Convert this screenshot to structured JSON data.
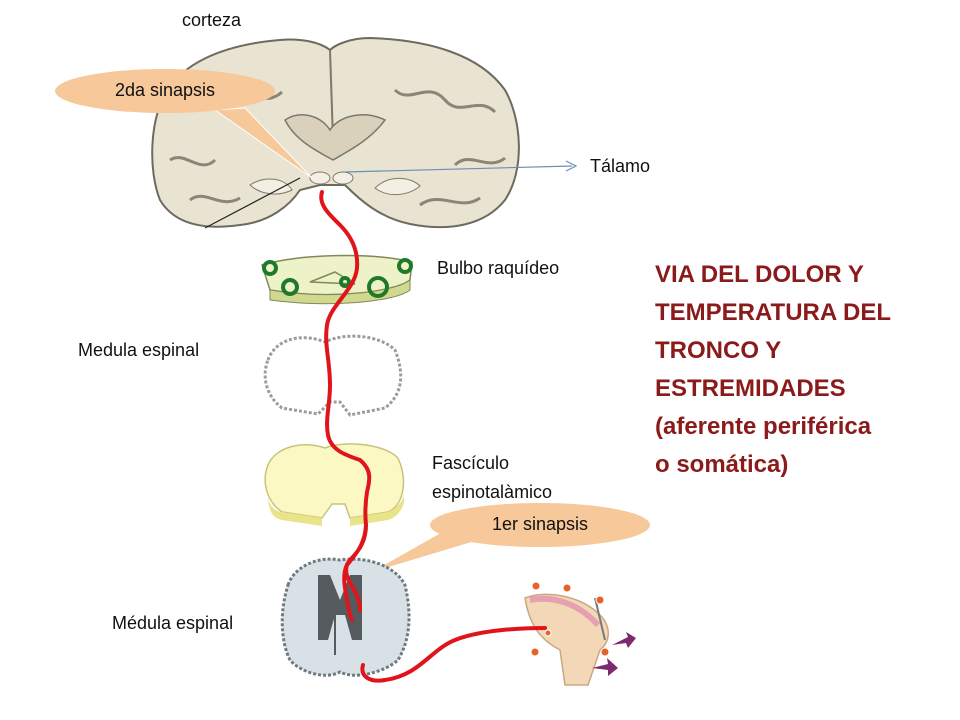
{
  "labels": {
    "corteza": "corteza",
    "talamo": "Tálamo",
    "bulbo": "Bulbo raquídeo",
    "medula_espinal_1": "Medula espinal",
    "fasciculo_line1": "Fascículo",
    "fasciculo_line2": "espinotalàmico",
    "medula_espinal_2": "Médula espinal"
  },
  "callouts": {
    "segunda_sinapsis": "2da sinapsis",
    "primer_sinapsis": "1er sinapsis"
  },
  "title_lines": [
    "VIA DEL DOLOR Y",
    "TEMPERATURA DEL",
    "TRONCO Y",
    "ESTREMIDADES",
    "(aferente periférica",
    "o somática)"
  ],
  "colors": {
    "title": "#8b1a1a",
    "pathway": "#e0141b",
    "callout": "#f6c89a",
    "brain_fill": "#e9e3d2",
    "bulbo_fill": "#eef2c8",
    "fasciculo_fill": "#fbf8c4",
    "medula_fill": "#d8e1e6",
    "nuclei": "#1e7a2a"
  }
}
